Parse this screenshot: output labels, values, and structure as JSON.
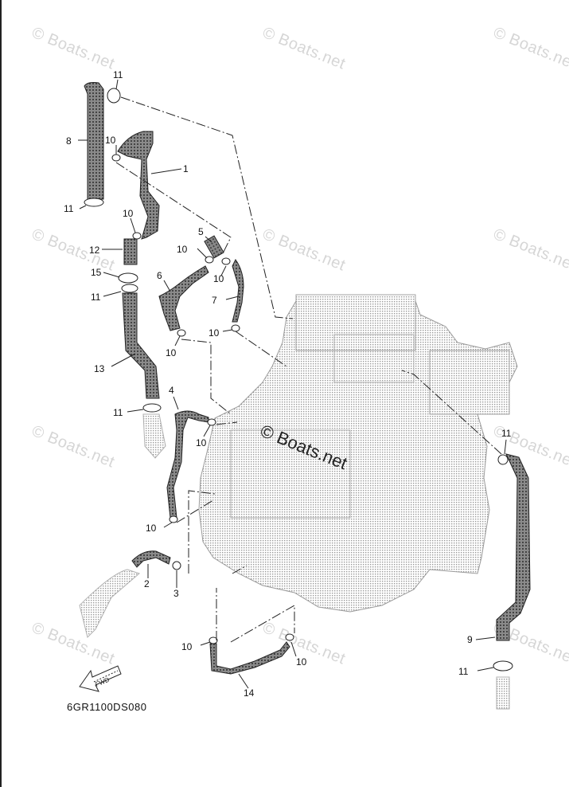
{
  "watermark": {
    "text": "© Boats.net"
  },
  "diagram": {
    "code": "6GR1100DS080",
    "fwd_label": "FWD",
    "labels": {
      "p1": "1",
      "p2": "2",
      "p3": "3",
      "p4": "4",
      "p5": "5",
      "p6": "6",
      "p7": "7",
      "p8": "8",
      "p9": "9",
      "p10": "10",
      "p11": "11",
      "p12": "12",
      "p13": "13",
      "p14": "14",
      "p15": "15"
    }
  }
}
